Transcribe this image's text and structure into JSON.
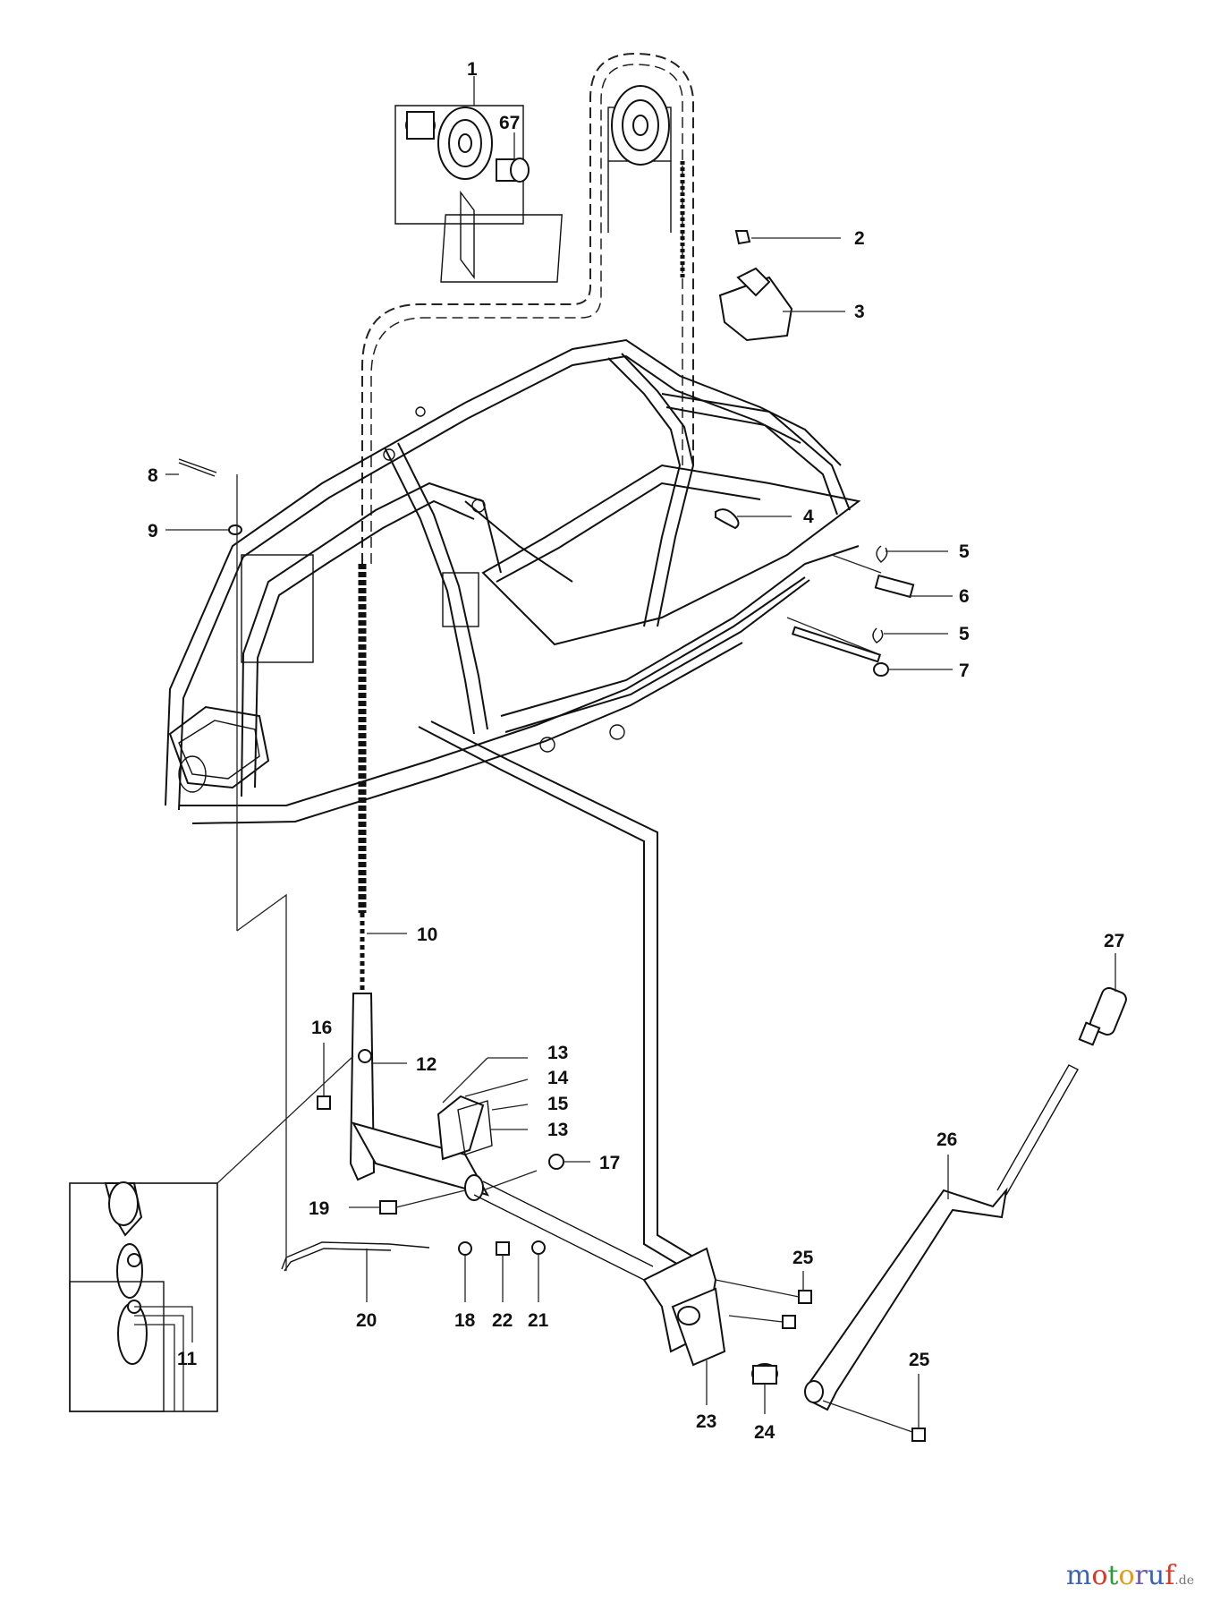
{
  "callouts": {
    "c1": "1",
    "c67": "67",
    "c2": "2",
    "c3": "3",
    "c4": "4",
    "c5a": "5",
    "c6": "6",
    "c5b": "5",
    "c7": "7",
    "c8": "8",
    "c9": "9",
    "c10": "10",
    "c11": "11",
    "c12": "12",
    "c13a": "13",
    "c14": "14",
    "c15": "15",
    "c13b": "13",
    "c16": "16",
    "c17": "17",
    "c19": "19",
    "c20": "20",
    "c18": "18",
    "c22": "22",
    "c21": "21",
    "c23": "23",
    "c24": "24",
    "c25a": "25",
    "c25b": "25",
    "c26": "26",
    "c27": "27"
  },
  "watermark": {
    "brand": "motoruf",
    "tld": ".de"
  }
}
